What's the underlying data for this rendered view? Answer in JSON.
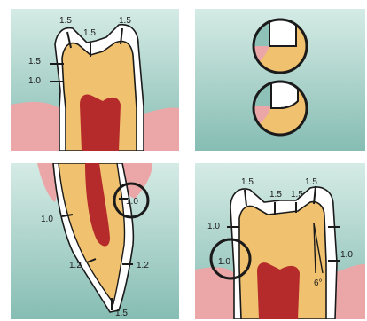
{
  "colors": {
    "bg_top": "#cfe7e1",
    "bg_bottom": "#8ec2b8",
    "gum": "#eba7a8",
    "dentin": "#f0c16e",
    "pulp": "#b52a2a",
    "enamel": "#ffffff",
    "outline": "#1a1a1a"
  },
  "panels": [
    {
      "id": "top-left",
      "labels": [
        "1.5",
        "1.5",
        "1.5",
        "1.5",
        "1.0"
      ]
    },
    {
      "id": "top-right",
      "labels": []
    },
    {
      "id": "bottom-left",
      "labels": [
        "1.0",
        "1.0",
        "1.2",
        "1.2",
        "1.5"
      ]
    },
    {
      "id": "bottom-right",
      "labels": [
        "1.5",
        "1.5",
        "1.5",
        "1.5",
        "1.0",
        "1.0",
        "1.0",
        "6°"
      ]
    }
  ]
}
